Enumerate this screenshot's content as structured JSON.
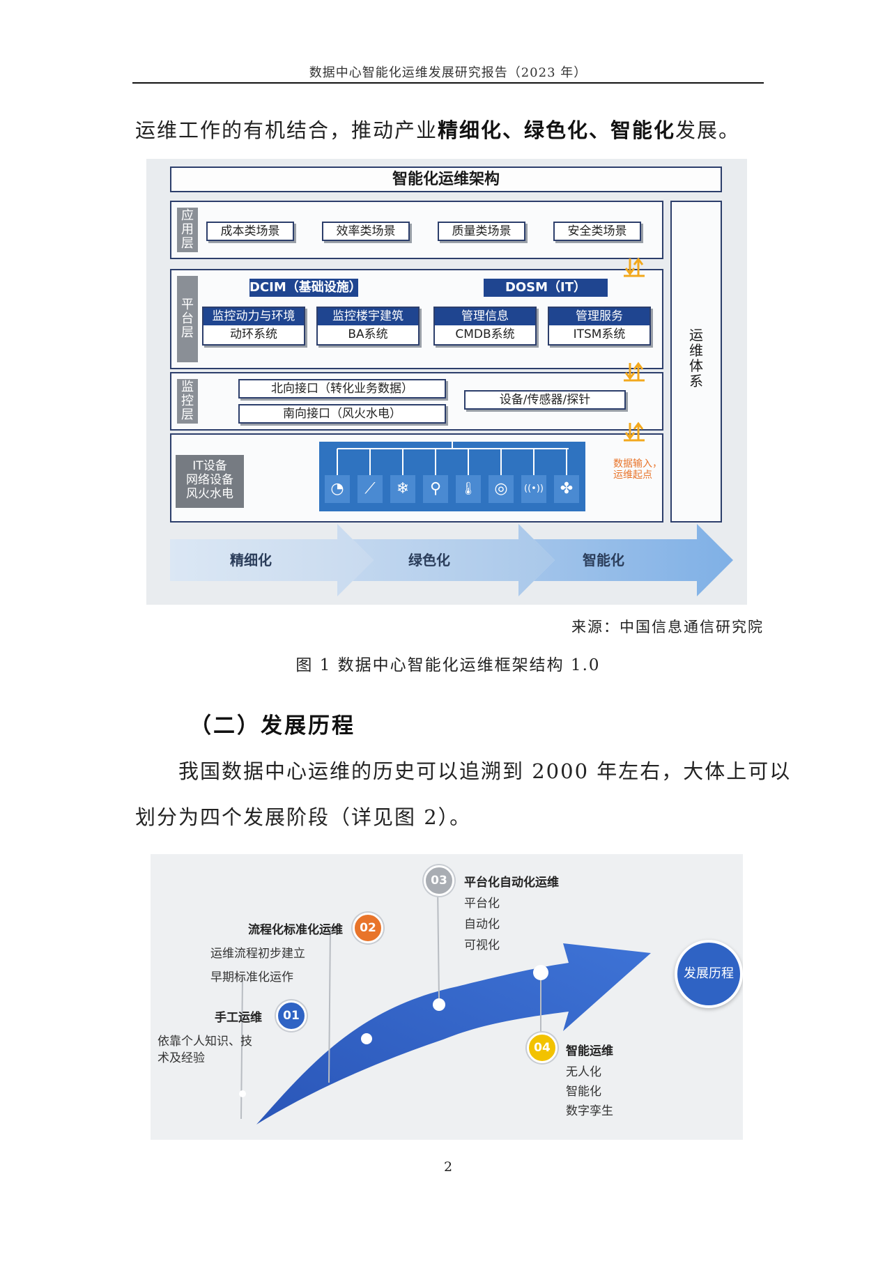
{
  "header": {
    "title": "数据中心智能化运维发展研究报告（2023 年）"
  },
  "intro": {
    "prefix": "运维工作的有机结合，推动产业",
    "bold": "精细化、绿色化、智能化",
    "suffix": "发展。"
  },
  "figure1": {
    "title": "智能化运维架构",
    "app_layer": {
      "label": "应用层",
      "scenes": [
        "成本类场景",
        "效率类场景",
        "质量类场景",
        "安全类场景"
      ]
    },
    "platform_layer": {
      "label": "平台层",
      "dcim": "DCIM（基础设施）",
      "dosm": "DOSM（IT）",
      "modules": [
        {
          "top": "监控动力与环境",
          "bottom": "动环系统"
        },
        {
          "top": "监控楼宇建筑",
          "bottom": "BA系统"
        },
        {
          "top": "管理信息",
          "bottom": "CMDB系统"
        },
        {
          "top": "管理服务",
          "bottom": "ITSM系统"
        }
      ]
    },
    "monitor_layer": {
      "label": "监控层",
      "north": "北向接口（转化业务数据）",
      "south": "南向接口（风火水电）",
      "device": "设备/传感器/探针"
    },
    "device_box": [
      "IT设备",
      "网络设备",
      "风火水电"
    ],
    "side_label": "运维体系",
    "data_note": [
      "数据输入，",
      "运维起点"
    ],
    "sensor_icons": [
      "◔",
      "⟋",
      "❄",
      "⚲",
      "🌡",
      "◎",
      "((•))",
      "✤"
    ],
    "stages": [
      "精细化",
      "绿色化",
      "智能化"
    ],
    "source": "来源：中国信息通信研究院",
    "caption": "图 1 数据中心智能化运维框架结构 1.0"
  },
  "section": {
    "title": "（二）发展历程"
  },
  "paragraph": {
    "line1": "我国数据中心运维的历史可以追溯到 2000 年左右，大体上可以",
    "line2": "划分为四个发展阶段（详见图 2）。"
  },
  "figure2": {
    "center_label": "发展历程",
    "steps": [
      {
        "num": "01",
        "title": "手工运维",
        "items": [
          "依靠个人知识、技",
          "术及经验"
        ],
        "color": "#2f63c4"
      },
      {
        "num": "02",
        "title": "流程化标准化运维",
        "items": [
          "运维流程初步建立",
          "早期标准化运作"
        ],
        "color": "#e8742a"
      },
      {
        "num": "03",
        "title": "平台化自动化运维",
        "items": [
          "平台化",
          "自动化",
          "可视化"
        ],
        "color": "#a9adb3"
      },
      {
        "num": "04",
        "title": "智能运维",
        "items": [
          "无人化",
          "智能化",
          "数字孪生"
        ],
        "color": "#f2c200"
      }
    ]
  },
  "page_number": "2"
}
